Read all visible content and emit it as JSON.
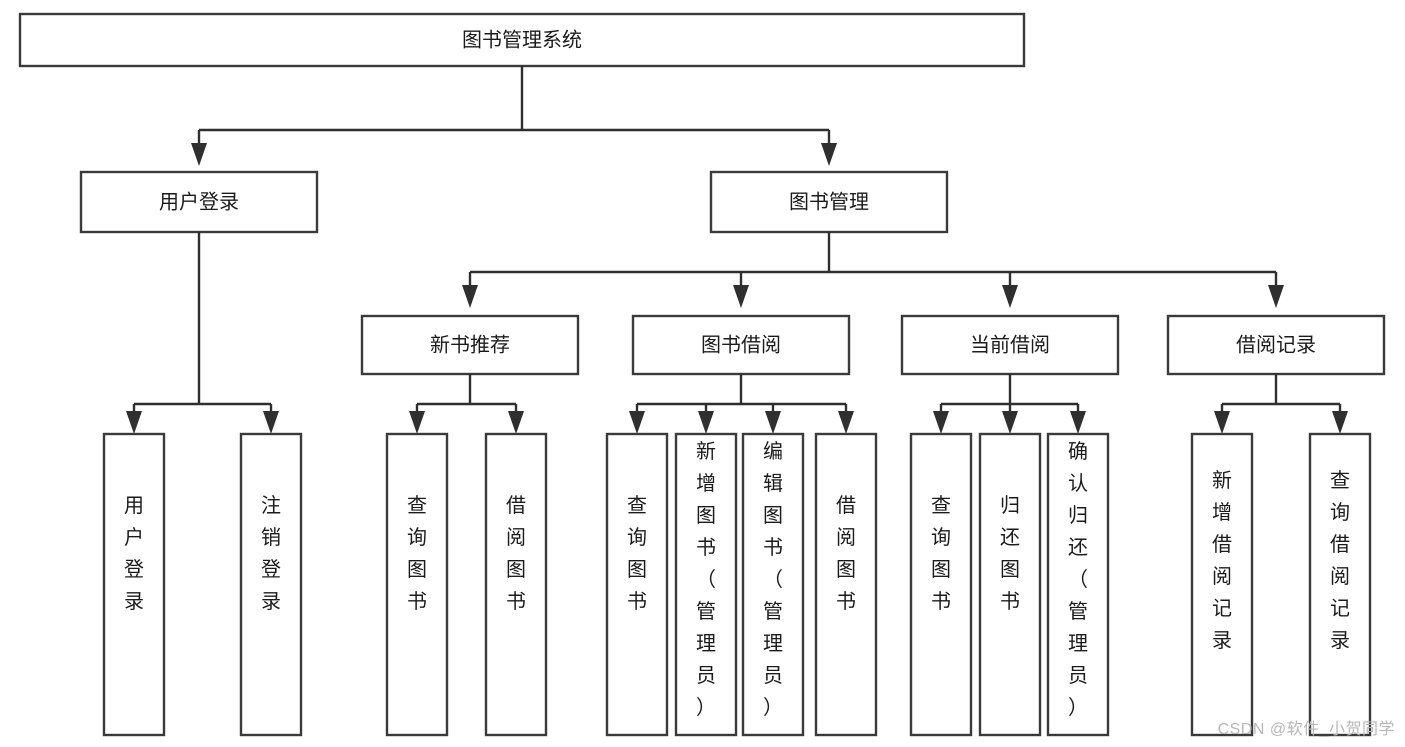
{
  "diagram": {
    "type": "tree",
    "title": "图书管理系统",
    "orientation": "top-down",
    "watermark": "CSDN @软件_小贺同学",
    "colors": {
      "box_fill": "#ffffff",
      "box_stroke": "#3a3a3a",
      "connector": "#2f2f2f",
      "text": "#1b1b1b",
      "watermark": "#b8b8b8"
    },
    "root": {
      "id": "root",
      "label": "图书管理系统",
      "orientation": "horizontal"
    },
    "level2": [
      {
        "id": "user-login",
        "label": "用户登录",
        "orientation": "horizontal"
      },
      {
        "id": "book-manage",
        "label": "图书管理",
        "orientation": "horizontal"
      }
    ],
    "level3": [
      {
        "id": "new-book-rec",
        "label": "新书推荐",
        "orientation": "horizontal",
        "parent": "book-manage"
      },
      {
        "id": "book-borrow",
        "label": "图书借阅",
        "orientation": "horizontal",
        "parent": "book-manage"
      },
      {
        "id": "current-borrow",
        "label": "当前借阅",
        "orientation": "horizontal",
        "parent": "book-manage"
      },
      {
        "id": "borrow-record",
        "label": "借阅记录",
        "orientation": "horizontal",
        "parent": "book-manage"
      }
    ],
    "leaves": {
      "user-login": [
        {
          "id": "leaf-user-login",
          "label": "用户登录",
          "orientation": "vertical"
        },
        {
          "id": "leaf-logout",
          "label": "注销登录",
          "orientation": "vertical"
        }
      ],
      "new-book-rec": [
        {
          "id": "leaf-query-book-1",
          "label": "查询图书",
          "orientation": "vertical"
        },
        {
          "id": "leaf-borrow-book-1",
          "label": "借阅图书",
          "orientation": "vertical"
        }
      ],
      "book-borrow": [
        {
          "id": "leaf-query-book-2",
          "label": "查询图书",
          "orientation": "vertical"
        },
        {
          "id": "leaf-add-book",
          "label": "新增图书（管理员）",
          "orientation": "vertical"
        },
        {
          "id": "leaf-edit-book",
          "label": "编辑图书（管理员）",
          "orientation": "vertical"
        },
        {
          "id": "leaf-borrow-book-2",
          "label": "借阅图书",
          "orientation": "vertical"
        }
      ],
      "current-borrow": [
        {
          "id": "leaf-query-book-3",
          "label": "查询图书",
          "orientation": "vertical"
        },
        {
          "id": "leaf-return-book",
          "label": "归还图书",
          "orientation": "vertical"
        },
        {
          "id": "leaf-confirm-return",
          "label": "确认归还（管理员）",
          "orientation": "vertical"
        }
      ],
      "borrow-record": [
        {
          "id": "leaf-add-record",
          "label": "新增借阅记录",
          "orientation": "vertical"
        },
        {
          "id": "leaf-query-record",
          "label": "查询借阅记录",
          "orientation": "vertical"
        }
      ]
    }
  }
}
